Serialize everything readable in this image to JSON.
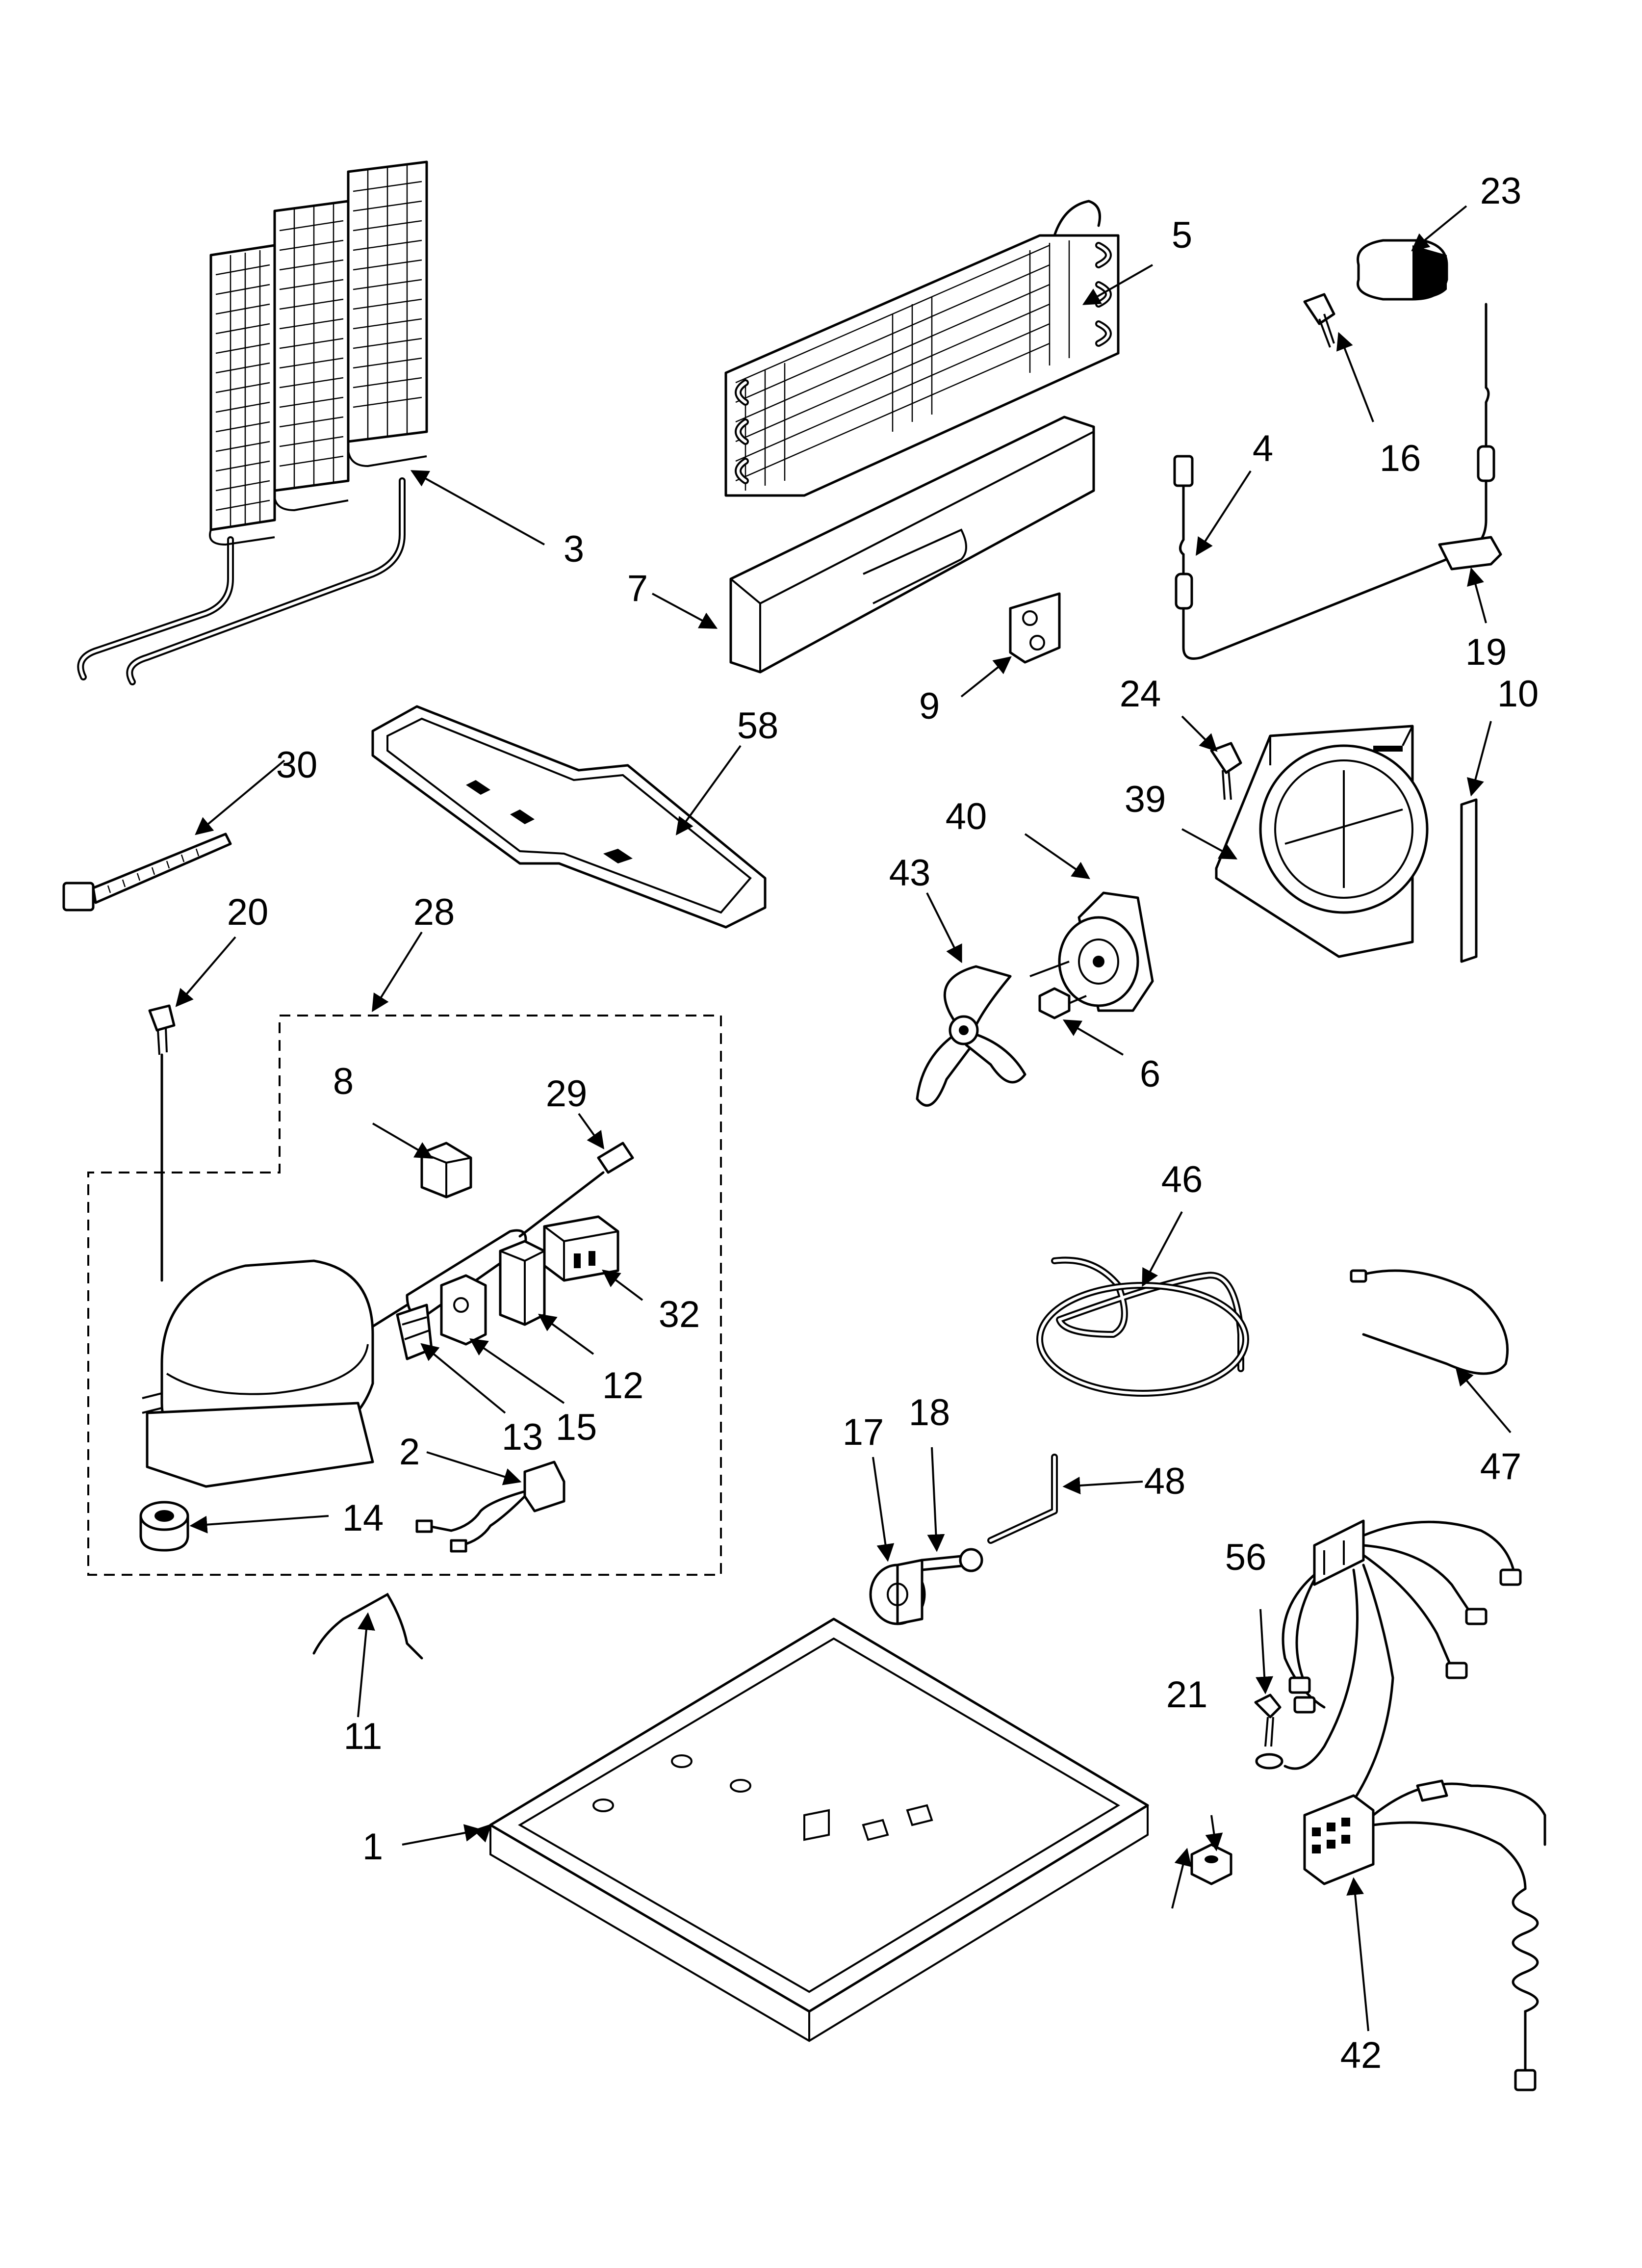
{
  "callouts": {
    "c1": "1",
    "c2": "2",
    "c3": "3",
    "c4": "4",
    "c5": "5",
    "c6": "6",
    "c7": "7",
    "c8": "8",
    "c9": "9",
    "c10": "10",
    "c11": "11",
    "c12": "12",
    "c13": "13",
    "c14": "14",
    "c15": "15",
    "c16": "16",
    "c17": "17",
    "c18": "18",
    "c19": "19",
    "c20": "20",
    "c21": "21",
    "c23": "23",
    "c24": "24",
    "c28": "28",
    "c29": "29",
    "c30": "30",
    "c32": "32",
    "c39": "39",
    "c40": "40",
    "c42": "42",
    "c43": "43",
    "c46": "46",
    "c47": "47",
    "c48": "48",
    "c56": "56",
    "c58": "58"
  }
}
